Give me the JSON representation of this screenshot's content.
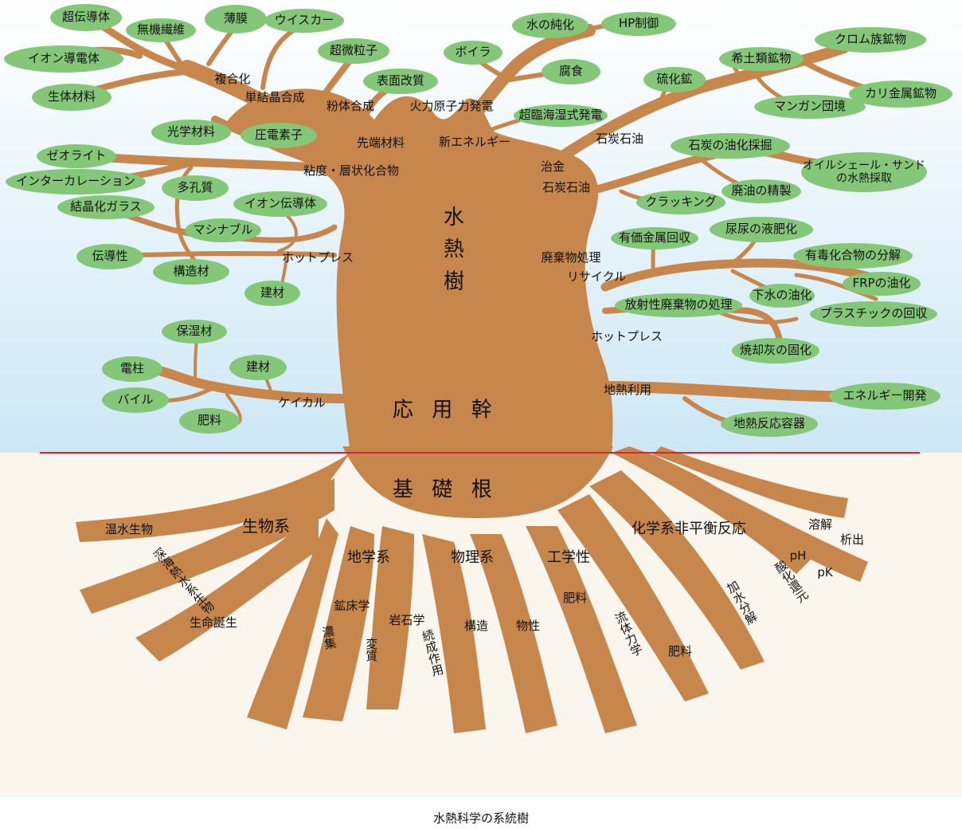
{
  "colors": {
    "sky": "#d3eaf6",
    "ground": "#faf6ee",
    "trunk": "#c6864c",
    "leaf": "#84c778",
    "ground_line": "#d9252b"
  },
  "tree": {
    "crown_title": "水熱樹",
    "trunk_title": "応用幹",
    "root_title": "基礎根"
  },
  "leaves": [
    "超伝導体",
    "無機繊維",
    "薄膜",
    "ウイスカー",
    "イオン導電体",
    "生体材料",
    "超微粒子",
    "表面改質",
    "光学材料",
    "圧電素子",
    "ゼオライト",
    "インターカレーション",
    "多孔質",
    "結晶化ガラス",
    "イオン伝導体",
    "マシナブル",
    "伝導性",
    "構造材",
    "建材",
    "保湿材",
    "電柱",
    "建材",
    "バイル",
    "肥料",
    "水の純化",
    "HP制御",
    "ボイラ",
    "腐食",
    "超臨海湿式発電",
    "クロム族鉱物",
    "希土類鉱物",
    "硫化鉱",
    "カリ金属鉱物",
    "マンガン団境",
    "石炭の油化採掘",
    "オイルシェール・サンドの水熱採取",
    "廃油の精製",
    "クラッキング",
    "有価金属回収",
    "尿尿の液肥化",
    "有毒化合物の分解",
    "FRPの油化",
    "下水の油化",
    "放射性廃棄物の処理",
    "プラスチックの回収",
    "焼却灰の固化",
    "エネルギー開発",
    "地熱反応容器"
  ],
  "branch_labels": [
    "複合化",
    "単結晶合成",
    "粉体合成",
    "火力原子力発電",
    "先端材料",
    "新エネルギー",
    "石炭石油",
    "粘度・層状化合物",
    "ホットプレス",
    "ケイカル",
    "治金",
    "石炭石油",
    "廃棄物処理",
    "リサイクル",
    "ホットプレス",
    "地熱利用"
  ],
  "roots": {
    "fields": [
      "生物系",
      "地学系",
      "物理系",
      "工学性",
      "化学系非平衡反応"
    ],
    "horizontal": [
      "温水生物",
      "生命誕生",
      "鉱床学",
      "岩石学",
      "構造",
      "物性",
      "肥料",
      "肥料",
      "pH",
      "pK",
      "溶解",
      "析出"
    ],
    "vertical": [
      "深海熱水系生物",
      "濃集",
      "変質",
      "続成作用",
      "流体力学",
      "加水分解",
      "酸化還元"
    ]
  },
  "caption": "水熱科学の系統樹"
}
